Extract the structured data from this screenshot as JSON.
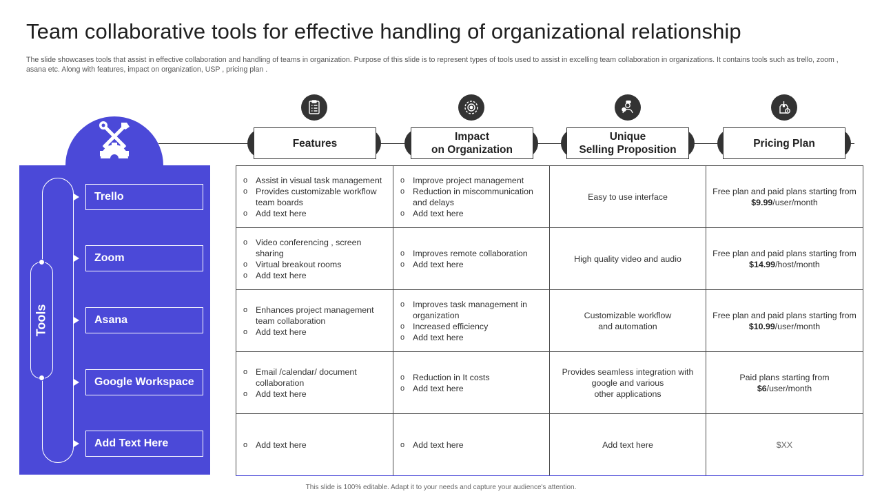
{
  "slide": {
    "title": "Team collaborative tools for effective handling of organizational relationship",
    "subtitle": "The slide showcases tools that assist in effective collaboration and handling of teams in organization. Purpose of this slide is to represent types of tools used to assist in excelling team collaboration in organizations. It contains tools such as trello, zoom , asana etc. Along with features, impact on organization, USP , pricing plan .",
    "footer": "This slide is 100% editable. Adapt it to your needs and capture your audience's attention."
  },
  "colors": {
    "accent": "#4b49d8",
    "dark": "#333333",
    "text": "#222222"
  },
  "icons": [
    "checklist-icon",
    "target-icon",
    "usp-person-icon",
    "price-tag-icon",
    "tools-gear-icon"
  ],
  "left_panel": {
    "label": "Tools",
    "tools": [
      "Trello",
      "Zoom",
      "Asana",
      "Google Workspace",
      "Add Text Here"
    ]
  },
  "columns": [
    "Features",
    "Impact\non Organization",
    "Unique\nSelling Proposition",
    "Pricing Plan"
  ],
  "rows": [
    {
      "features": [
        "Assist in visual task management",
        "Provides customizable workflow team boards",
        "Add text here"
      ],
      "impact": [
        "Improve  project management",
        "Reduction in miscommunication and delays",
        "Add text here"
      ],
      "usp": "Easy to use interface",
      "pricing": {
        "pre": "Free plan and paid plans starting from ",
        "price": "$9.99",
        "post": "/user/month"
      }
    },
    {
      "features": [
        "Video conferencing  , screen sharing",
        "Virtual breakout rooms",
        "Add text here"
      ],
      "impact": [
        "Improves remote collaboration",
        "Add text here"
      ],
      "usp": "High quality video and audio",
      "pricing": {
        "pre": "Free plan and paid plans starting from ",
        "price": "$14.99",
        "post": "/host/month"
      }
    },
    {
      "features": [
        "Enhances project management team collaboration",
        "Add text here"
      ],
      "impact": [
        "Improves  task management  in organization",
        "Increased efficiency",
        "Add text here"
      ],
      "usp": "Customizable workflow\nand automation",
      "pricing": {
        "pre": "Free plan and paid plans starting from ",
        "price": "$10.99",
        "post": "/user/month"
      }
    },
    {
      "features": [
        "Email /calendar/ document collaboration",
        "Add text here"
      ],
      "impact": [
        "Reduction in It costs",
        "Add text here"
      ],
      "usp": "Provides seamless integration with google and various\nother applications",
      "pricing": {
        "pre": "Paid plans starting from\n",
        "price": "$6",
        "post": "/user/month"
      }
    },
    {
      "features": [
        "Add text here"
      ],
      "impact": [
        "Add text here"
      ],
      "usp": "Add text here",
      "pricing": {
        "pre": "",
        "price": "",
        "post": "$XX"
      }
    }
  ]
}
